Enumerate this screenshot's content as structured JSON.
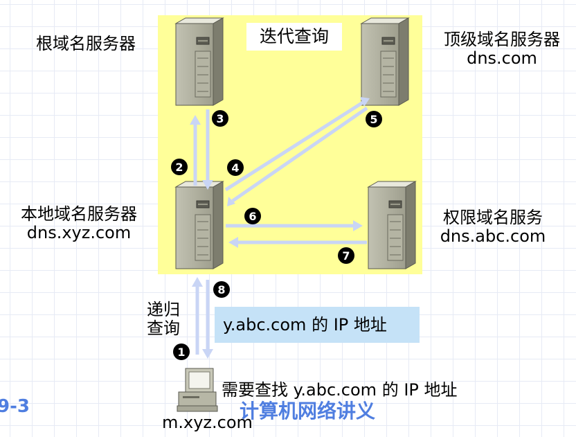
{
  "title": "迭代查询",
  "servers": {
    "root": {
      "name": "根域名服务器"
    },
    "tld": {
      "name": "顶级域名服务器",
      "domain": "dns.com"
    },
    "local": {
      "name": "本地域名服务器",
      "domain": "dns.xyz.com"
    },
    "authoritative": {
      "name": "权限域名服务",
      "domain": "dns.abc.com"
    }
  },
  "host": {
    "name": "m.xyz.com",
    "request": "需要查找 y.abc.com 的 IP 地址"
  },
  "recursive_query": {
    "line1": "递归",
    "line2": "查询"
  },
  "answer": "y.abc.com 的 IP 地址",
  "steps": [
    "1",
    "2",
    "3",
    "4",
    "5",
    "6",
    "7",
    "8"
  ],
  "watermark": "计算机网络讲义",
  "slide_number": "9-3",
  "colors": {
    "zone": "#ffff99",
    "arrow": "#c9d5f5",
    "answer_box": "#c5e2f7",
    "watermark": "#4f7ee0"
  }
}
